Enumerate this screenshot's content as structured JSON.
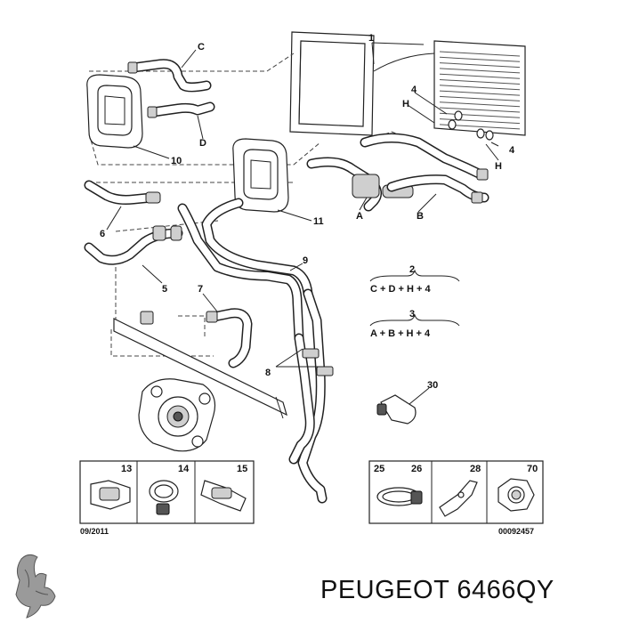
{
  "callouts": {
    "c1": "1",
    "c4a": "4",
    "c4b": "4",
    "cHa": "H",
    "cHb": "H",
    "cC": "C",
    "cD": "D",
    "c10": "10",
    "c11": "11",
    "cA": "A",
    "cB": "B",
    "c6": "6",
    "c5": "5",
    "c7": "7",
    "c9": "9",
    "c8": "8",
    "c30": "30"
  },
  "formulas": {
    "f2_num": "2",
    "f2_expr": "C + D + H + 4",
    "f3_num": "3",
    "f3_expr": "A + B + H + 4"
  },
  "boxes": {
    "b13": "13",
    "b14": "14",
    "b15": "15",
    "b25": "25",
    "b26": "26",
    "b28": "28",
    "b70": "70"
  },
  "footer": {
    "date": "09/2011",
    "code": "00092457",
    "brand_text": "PEUGEOT 6466QY"
  }
}
